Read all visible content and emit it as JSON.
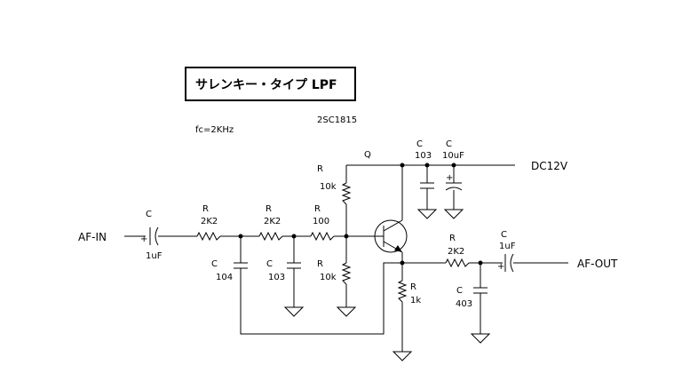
{
  "title": "サレンキー・タイプ LPF",
  "cutoff": "fc=2KHz",
  "transistor": {
    "ref": "Q",
    "part": "2SC1815"
  },
  "supply": "DC12V",
  "input": "AF-IN",
  "output": "AF-OUT",
  "components": {
    "c_in": {
      "ref": "C",
      "value": "1uF",
      "polarity": "+"
    },
    "r1": {
      "ref": "R",
      "value": "2K2"
    },
    "r2": {
      "ref": "R",
      "value": "2K2"
    },
    "r3": {
      "ref": "R",
      "value": "100"
    },
    "c104": {
      "ref": "C",
      "value": "104"
    },
    "c103a": {
      "ref": "C",
      "value": "103"
    },
    "r_top": {
      "ref": "R",
      "value": "10k"
    },
    "r_bot": {
      "ref": "R",
      "value": "10k"
    },
    "c103b": {
      "ref": "C",
      "value": "103"
    },
    "c10u": {
      "ref": "C",
      "value": "10uF",
      "polarity": "+"
    },
    "r_e": {
      "ref": "R",
      "value": "1k"
    },
    "r_out": {
      "ref": "R",
      "value": "2K2"
    },
    "c403": {
      "ref": "C",
      "value": "403"
    },
    "c_out": {
      "ref": "C",
      "value": "1uF",
      "polarity": "+"
    }
  }
}
